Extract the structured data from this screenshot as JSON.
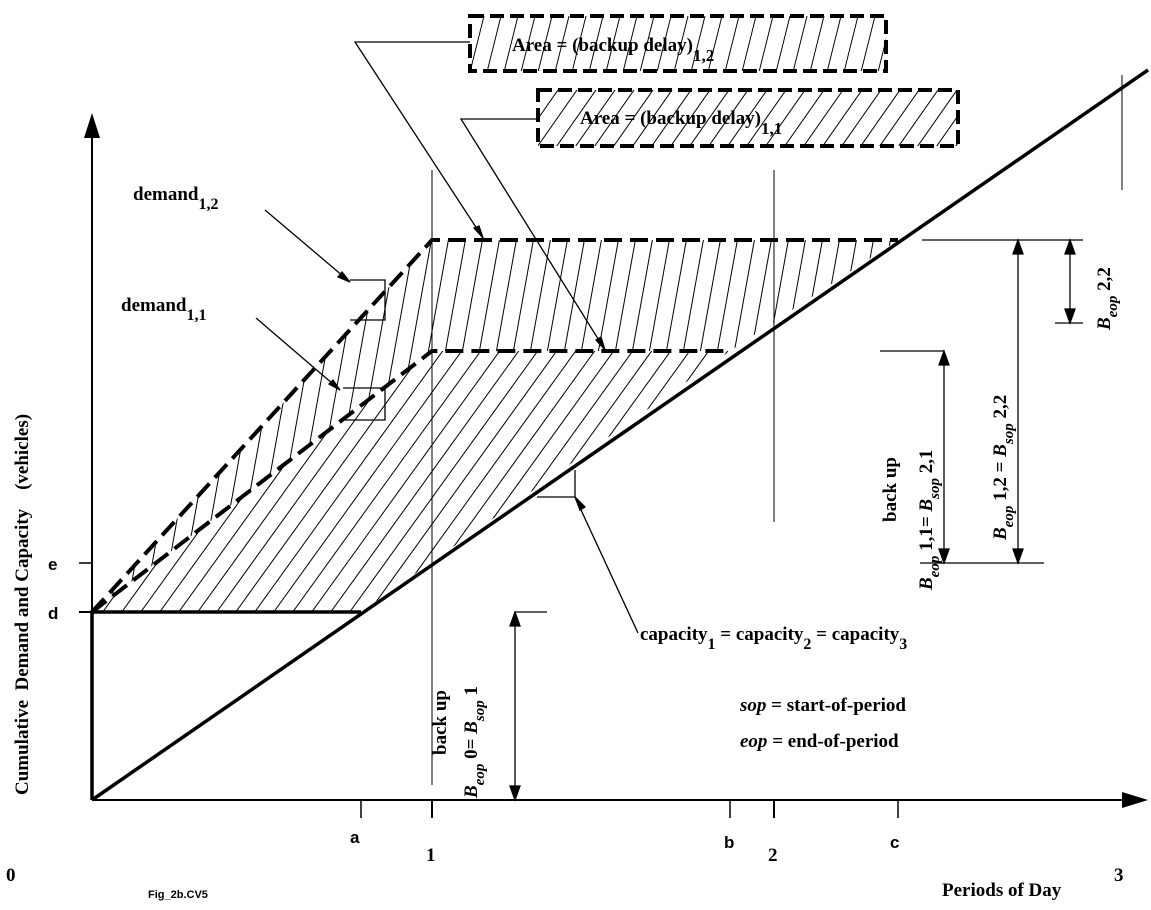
{
  "figure": {
    "caption": "Fig_2b.CV5",
    "y_axis_label": "Cumulative  Demand and Capacity    (vehicles)",
    "x_axis_label": "Periods of Day",
    "x_ticks": [
      "0",
      "1",
      "2",
      "3"
    ],
    "x_marks": [
      "a",
      "b",
      "c"
    ],
    "y_marks": [
      "d",
      "e"
    ],
    "boxes": {
      "area_12": {
        "prefix": "Area = (backup delay)",
        "sub": "1,2"
      },
      "area_11": {
        "prefix": "Area = (backup delay)",
        "sub": "1,1"
      }
    },
    "curves": {
      "demand_12": {
        "prefix": "demand",
        "sub": "1,2"
      },
      "demand_11": {
        "prefix": "demand",
        "sub": "1,1"
      }
    },
    "capacity": {
      "p1": "capacity",
      "s1": "1",
      "p2": " = capacity",
      "s2": "2",
      "p3": " = capacity",
      "s3": "3"
    },
    "legend": {
      "sop_abbr": "sop",
      "sop_def": " = start-of-period",
      "eop_abbr": "eop",
      "eop_def": " = end-of-period"
    },
    "backup": {
      "label1": "back up",
      "label2": "back up",
      "b_letter": "B",
      "eop": "eop",
      "sop": "sop",
      "b0_a": " 0",
      "b0_b": "= ",
      "b0_c": " 1",
      "b11_a": " 1,1",
      "b11_b": "= ",
      "b11_c": " 2,1",
      "b12_a": " 1,2",
      "b12_b": " = ",
      "b12_c": " 2,2",
      "b22_a": " 2,2"
    }
  }
}
